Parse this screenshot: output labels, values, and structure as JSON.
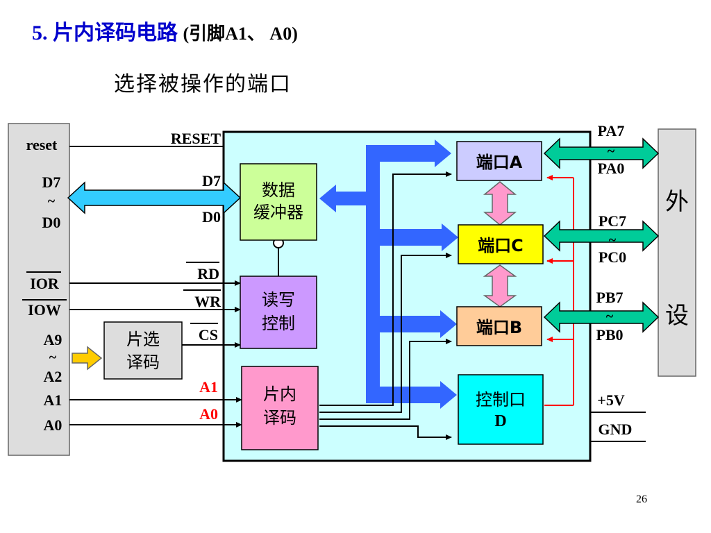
{
  "title": {
    "number": "5.",
    "text": "片内译码电路",
    "paren": "(引脚A1、 A0)"
  },
  "subtitle": "选择被操作的端口",
  "left_bus": {
    "reset": "reset",
    "d7": "D7",
    "tilde": "~",
    "d0": "D0",
    "ior": "IOR",
    "iow": "IOW",
    "a9": "A9",
    "a2": "A2",
    "a1": "A1",
    "a0": "A0"
  },
  "signals": {
    "reset": "RESET",
    "d7": "D7",
    "d0": "D0",
    "rd": "RD",
    "wr": "WR",
    "cs": "CS",
    "a1": "A1",
    "a0": "A0"
  },
  "blocks": {
    "chip_select": [
      "片选",
      "译码"
    ],
    "data_buffer": [
      "数据",
      "缓冲器"
    ],
    "rw_control": [
      "读写",
      "控制"
    ],
    "internal_decoder": [
      "片内",
      "译码"
    ],
    "port_a": "端口A",
    "port_c": "端口C",
    "port_b": "端口B",
    "control_port": [
      "控制口",
      "D"
    ]
  },
  "right_pins": {
    "pa7": "PA7",
    "pa0": "PA0",
    "pc7": "PC7",
    "pc0": "PC0",
    "pb7": "PB7",
    "pb0": "PB0",
    "tilde": "~",
    "vcc": "+5V",
    "gnd": "GND"
  },
  "peripheral": [
    "外",
    "设"
  ],
  "page_number": "26",
  "colors": {
    "title_blue": "#0000cc",
    "chip_fill": "#ccffff",
    "data_buffer": "#ccff99",
    "rw_control": "#cc99ff",
    "internal_decoder": "#ff99cc",
    "port_a": "#ccccff",
    "port_c": "#ffff00",
    "port_b": "#ffcc99",
    "control_port": "#00ffff",
    "bus_blue": "#3366ff",
    "cyan_arrow": "#33ccff",
    "green_arrow": "#00cc99",
    "pink_arrow": "#ff99cc",
    "red_line": "#ff0000",
    "orange_arrow": "#ffcc00",
    "gray_panel": "#dddddd"
  }
}
